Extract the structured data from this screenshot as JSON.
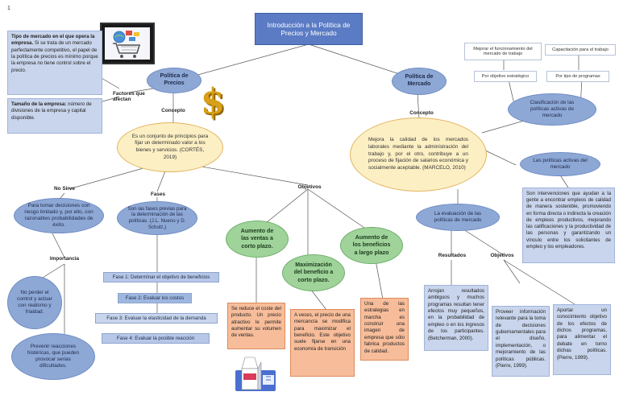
{
  "page_number": "1",
  "title": "Introducción a la Política de Precios y Mercado",
  "left": {
    "market_type_box": {
      "heading": "Tipo de mercado en el que opera la empresa.",
      "body": "Si se trata de un mercado perfectamente competitivo, el papel de la política de precios es mínimo porque la empresa no tiene control sobre el precio."
    },
    "size_box": {
      "heading": "Tamaño de la empresa:",
      "body": "número de divisiones de la empresa y capital disponible."
    },
    "factors_label": "Factores que afectan",
    "politica_precios": "Política de Precios",
    "concepto_label": "Concepto",
    "concept_text": "Es un conjunto de principios para fijar un determinado valor a los bienes y servicios. (CORTÉS, 2019)",
    "no_sirve_label": "No Sirve",
    "fases_label": "Fases",
    "objetivos_label": "Objetivos",
    "no_sirve_text": "Para tomar decisiones con riesgo limitado y, por ello, con razonables probabilidades de éxito.",
    "fases_text": "Son las fases previas para la determinación de las políticas. (J.L. Nueno y D. Scholz,)",
    "importancia_label": "Importancia",
    "imp1": "No perder el control y actuar con realismo y frialdad.",
    "imp2": "Prevenir reacciones histéricas, que pueden provocar serias dificultades.",
    "fase1": "Fase 1: Determinar el objetivo de beneficios",
    "fase2": "Fase 2: Evaluar los costos",
    "fase3": "Fase 3: Evaluar la elasticidad de la demanda",
    "fase4": "Fase 4: Evaluar la posible reacción",
    "obj1": "Aumento de las ventas a corto plazo.",
    "obj2": "Maximización del beneficio a corto plazo.",
    "obj3": "Aumento de los beneficios a largo plazo",
    "obj1_text": "Se reduce el coste del producto. Un precio atractivo le permite aumentar su volumen de ventas.",
    "obj2_text": "A veces, el precio de una mercancía se modifica para maximizar el beneficio. Este objetivo suele fijarse en una economía de transición",
    "obj3_text": "Una de las estrategias en marcha es construir una imagen de empresa que sólo fabrica productos de calidad."
  },
  "right": {
    "politica_mercado": "Política de Mercado",
    "concepto_label": "Concepto",
    "concept_text": "Mejora la calidad de los mercados laborales mediante la administración del trabajo y, por el otro, contribuye a un proceso de fijación de salarios económica y socialmente aceptable. (MARCELO, 2010)",
    "tag1": "Mejorar el funcionamiento del mercado de trabajo",
    "tag2": "Capacitación para el trabajo",
    "tag3": "Por objetivo estratégico",
    "tag4": "Por tipo de programas",
    "clasificacion": "Clasificación de las políticas activas de mercado",
    "activas": "Las políticas activas del mercado",
    "activas_text": "Son intervenciones que ayudan a la gente a encontrar empleos de calidad de manera sostenible, promoviendo en forma directa o indirecta la creación de empleos productivos, mejorando las calificaciones y la productividad de las personas y garantizando un vínculo entre los solicitantes de empleo y los empleadores.",
    "evaluacion": "La evaluación de las políticas de mercado",
    "resultados_label": "Resultados",
    "objetivos_label": "Objetivos",
    "res_text": "Arrojan resultados ambiguos y muchos programas resultan tener efectos muy pequeños, en la probabilidad de empleo o en los ingresos de los participantes. (Betcherman, 2000).",
    "obj_a": "Proveer información relevante para la toma de decisiones gubernamentales para el diseño, implementación, o mejoramiento de las políticas públicas. (Pierre, 1999).",
    "obj_b": "Aportar un conocimiento objetivo de los efectos de dichos programas, para alimentar el debate en torno dichas políticas. (Pierre, 1999)."
  },
  "colors": {
    "blue_node": "#8ea8d6",
    "title_bg": "#5b7bc4",
    "green_node": "#9fd39a",
    "orange_box": "#f7bd9a",
    "yellow_node": "#fcefc4"
  },
  "icons": [
    "cart-globe-image",
    "dollar-sign-image",
    "milk-carton-image"
  ]
}
